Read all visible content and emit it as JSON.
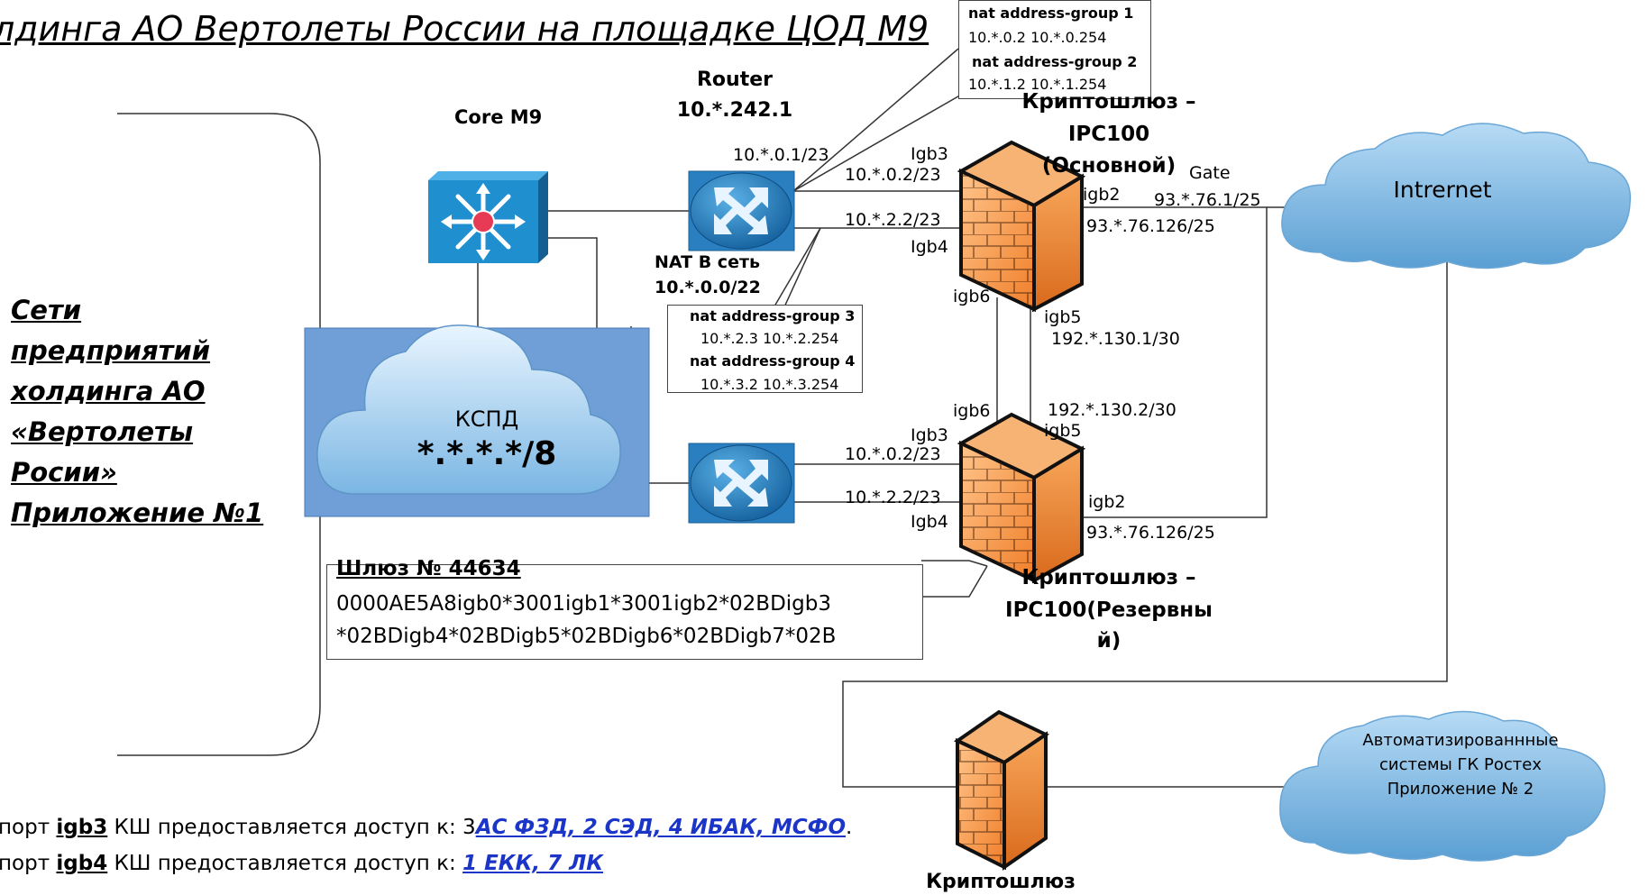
{
  "title": "лдинга АО Вертолеты России на площадке ЦОД М9",
  "left_title": [
    "Сети",
    "предприятий",
    "холдинга АО",
    "«Вертолеты",
    "Росии»",
    "Приложение №1"
  ],
  "core": {
    "label": "Core M9"
  },
  "router": {
    "label_line1": "Router",
    "label_line2": "10.*.242.1",
    "port_ip": "10.*.0.1/23"
  },
  "nat": {
    "label_line1": "NAT В сеть",
    "label_line2": "10.*.0.0/22"
  },
  "nat_box_top": {
    "group1_title": "nat address-group 1",
    "group1_range": "10.*.0.2 10.*.0.254",
    "group2_title": "nat address-group 2",
    "group2_range": "10.*.1.2 10.*.1.254"
  },
  "nat_box_mid": {
    "group3_title": "nat address-group 3",
    "group3_range": "10.*.2.3 10.*.2.254",
    "group4_title": "nat address-group 4",
    "group4_range": "10.*.3.2 10.*.3.254"
  },
  "ksp": {
    "label": "КСПД",
    "mask": "*.*.*.*/8"
  },
  "fw_main": {
    "label_line1": "Криптошлюз –",
    "label_line2": "IPC100",
    "label_line3": "(Основной)",
    "igb3": "Igb3",
    "igb3_ip": "10.*.0.2/23",
    "igb4": "Igb4",
    "igb4_ip": "10.*.2.2/23",
    "igb2": "igb2",
    "igb2_ip": "93.*.76.126/25",
    "gate_label": "Gate",
    "gate_ip": "93.*.76.1/25",
    "igb6": "igb6",
    "igb5": "igb5",
    "igb5_ip": "192.*.130.1/30"
  },
  "fw_backup": {
    "label_line1": "Криптошлюз –",
    "label_line2": "IPC100(Резервны",
    "label_line3": "й)",
    "igb3": "Igb3",
    "igb3_ip": "10.*.0.2/23",
    "igb4": "Igb4",
    "igb4_ip": "10.*.2.2/23",
    "igb2": "igb2",
    "igb2_ip": "93.*.76.126/25",
    "igb6": "igb6",
    "igb5": "igb5",
    "igb5_ip": "192.*.130.2/30"
  },
  "internet": {
    "label": "Intrernet"
  },
  "rostec": {
    "line1": "Автоматизированнные",
    "line2": "системы ГК Ростех",
    "line3": "Приложение № 2"
  },
  "fw_bottom": {
    "label": "Криптошлюз"
  },
  "gateway_note": {
    "title": "Шлюз № 44634",
    "line1": "0000AE5A8igb0*3001igb1*3001igb2*02BDigb3",
    "line2": "*02BDigb4*02BDigb5*02BDigb6*02BDigb7*02B"
  },
  "bottom_text": {
    "line1_prefix": "порт ",
    "line1_port": "igb3",
    "line1_middle": " КШ предоставляется доступ к: 3",
    "line1_link": "АС ФЗД, 2 СЭД, 4 ИБАК, МСФО",
    "line1_suffix": ".",
    "line2_prefix": "порт ",
    "line2_port": "igb4",
    "line2_middle": " КШ предоставляется доступ к: ",
    "line2_link": "1 ЕКК, 7 ЛК "
  },
  "colors": {
    "switch_blue": "#1f8fd0",
    "router_blue": "#2a7fc0",
    "ksp_panel": "#6f9fd6",
    "firewall_orange": "#f39a4a",
    "cloud_blue": "#9dc9ec",
    "link_blue": "#1a35c8"
  }
}
